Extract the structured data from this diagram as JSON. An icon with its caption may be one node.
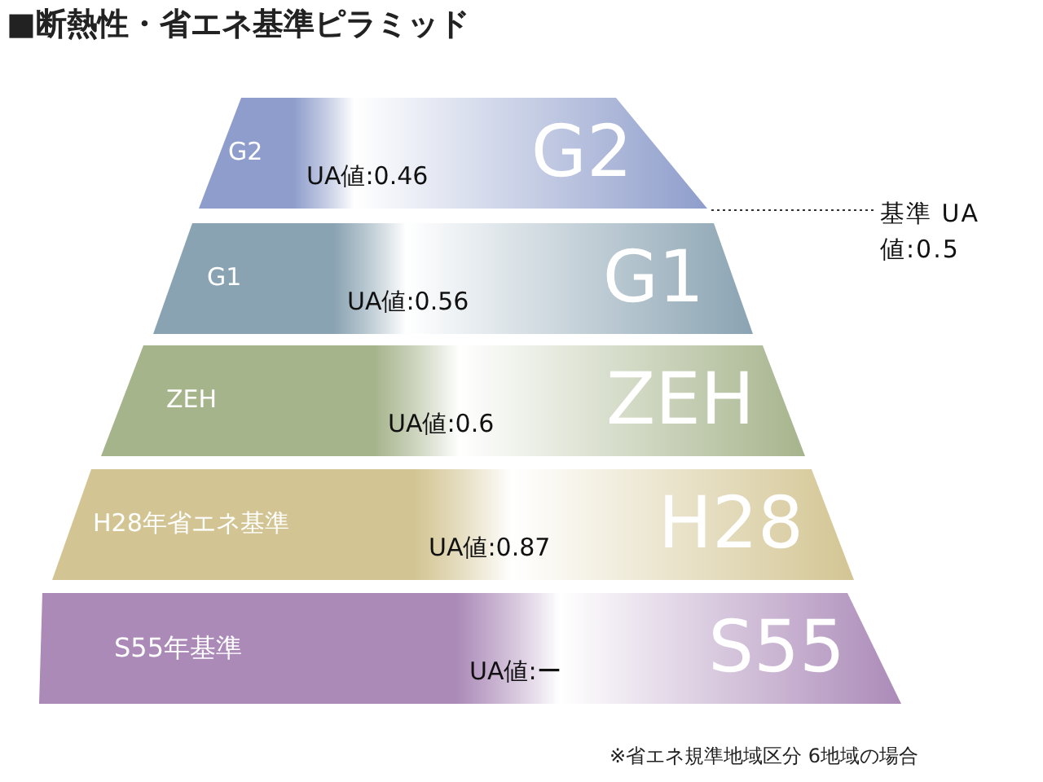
{
  "diagram": {
    "title": "■断熱性・省エネ基準ピラミッド",
    "caption": "※省エネ規準地域区分 6地域の場合",
    "nodes": [
      {
        "text": [
          "G2",
          "UA値:0.46",
          "G2"
        ]
      },
      {
        "text": [
          "G1",
          "UA値:0.56",
          "G1"
        ]
      },
      {
        "text": [
          "ZEH",
          "UA値:0.6",
          "ZEH"
        ]
      },
      {
        "text": [
          "H28年省エネ基準",
          "UA値:0.87",
          "H28"
        ]
      },
      {
        "text": [
          "S55年基準",
          "UA値:ー",
          "S55"
        ]
      },
      {
        "text": [
          "基準 UA値:0.5"
        ]
      }
    ],
    "edges": [
      {
        "from": 5,
        "to": 0,
        "arrow": "none",
        "style": "dashed"
      }
    ]
  }
}
